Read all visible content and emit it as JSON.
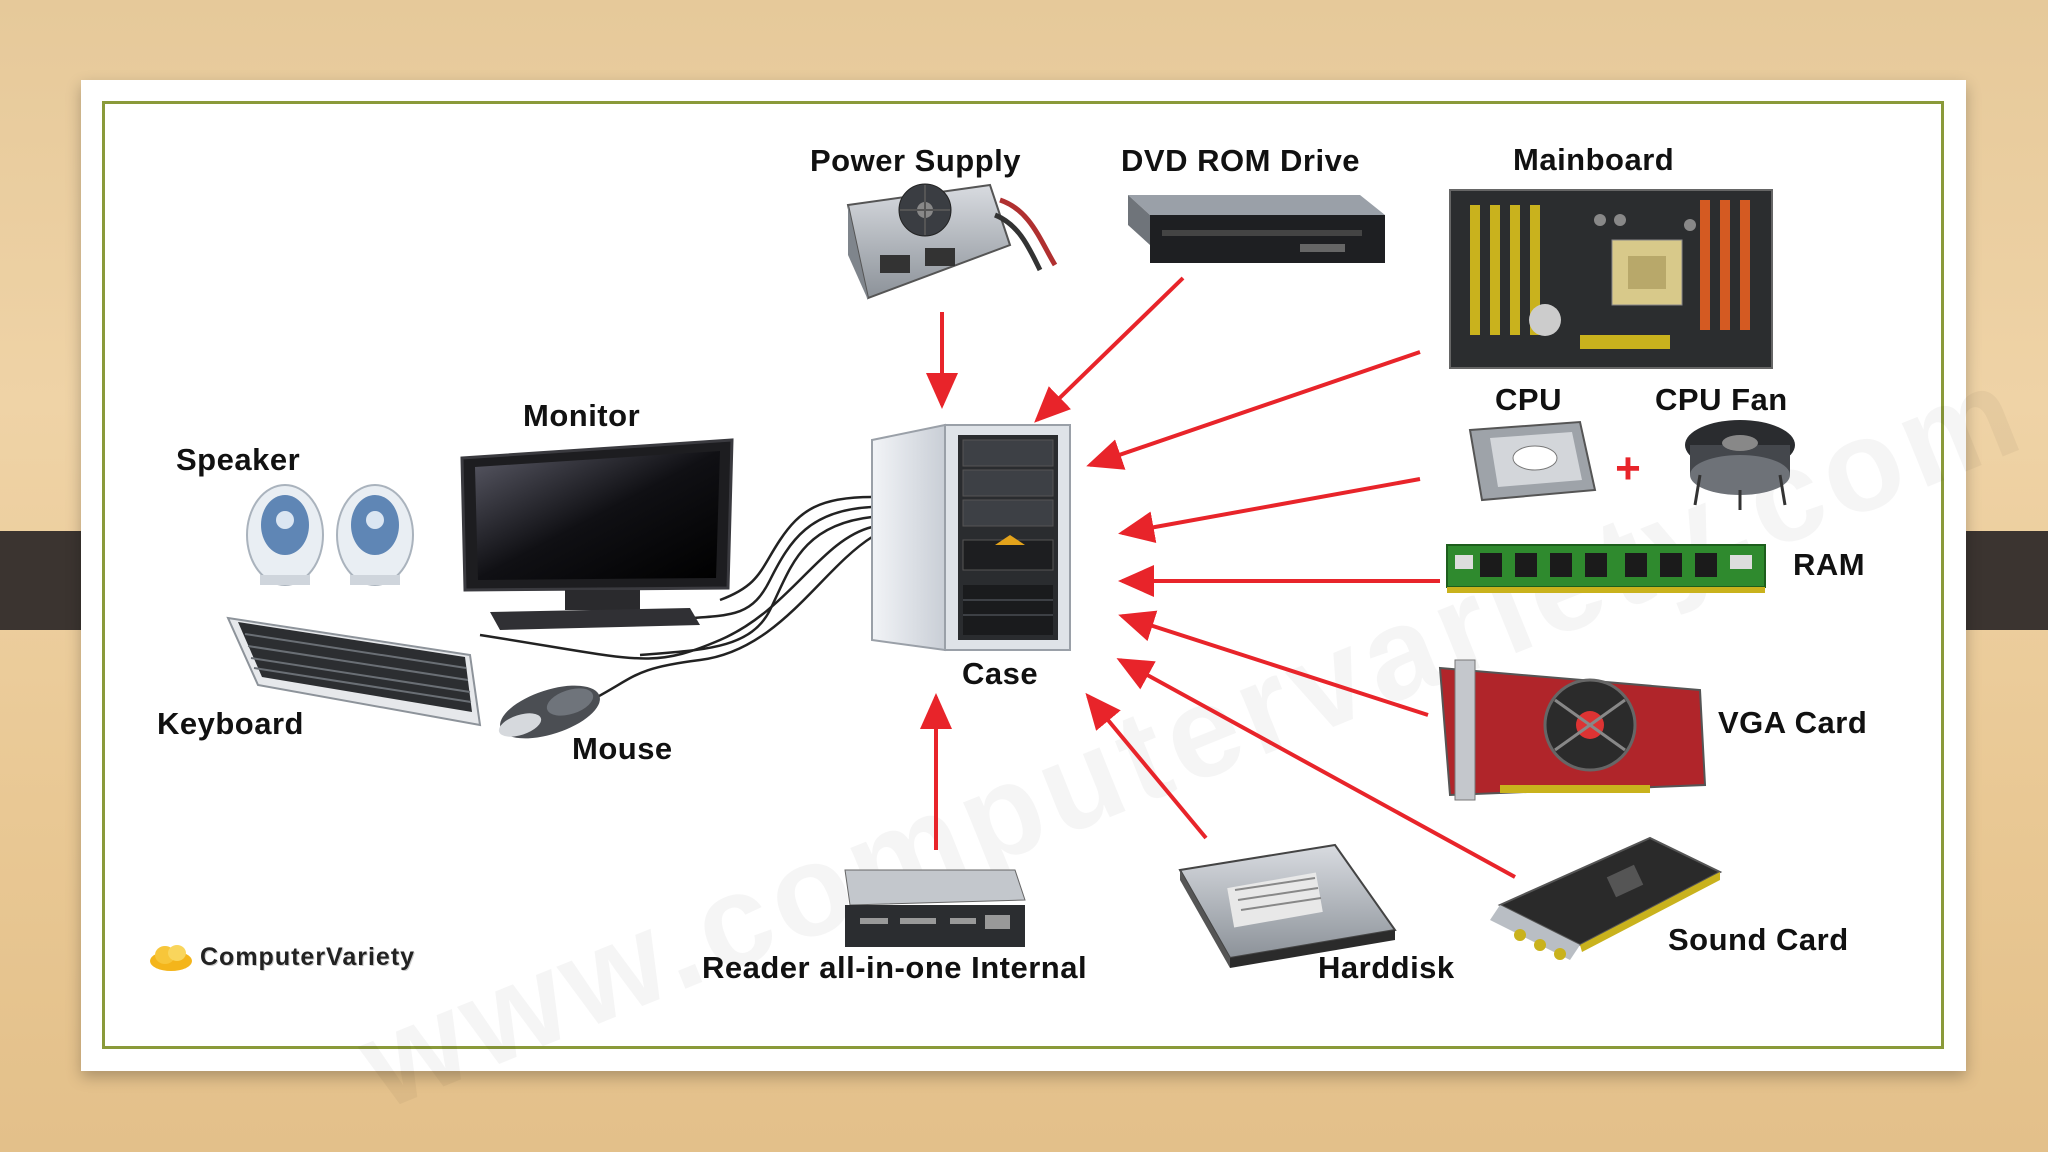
{
  "labels": {
    "power_supply": "Power Supply",
    "dvd_rom_drive": "DVD ROM Drive",
    "mainboard": "Mainboard",
    "cpu": "CPU",
    "cpu_fan": "CPU Fan",
    "plus": "+",
    "ram": "RAM",
    "vga_card": "VGA Card",
    "sound_card": "Sound Card",
    "harddisk": "Harddisk",
    "reader": "Reader all-in-one Internal",
    "case": "Case",
    "monitor": "Monitor",
    "speaker": "Speaker",
    "keyboard": "Keyboard",
    "mouse": "Mouse"
  },
  "watermark_logo": "ComputerVariety",
  "colors": {
    "arrow": "#e8242a",
    "frame": "#8a9a3a",
    "label": "#111111"
  },
  "icons": [
    "power-supply-icon",
    "dvd-rom-drive-icon",
    "mainboard-icon",
    "cpu-icon",
    "cpu-fan-icon",
    "ram-icon",
    "vga-card-icon",
    "sound-card-icon",
    "harddisk-icon",
    "card-reader-icon",
    "case-icon",
    "monitor-icon",
    "speaker-icon",
    "keyboard-icon",
    "mouse-icon"
  ]
}
